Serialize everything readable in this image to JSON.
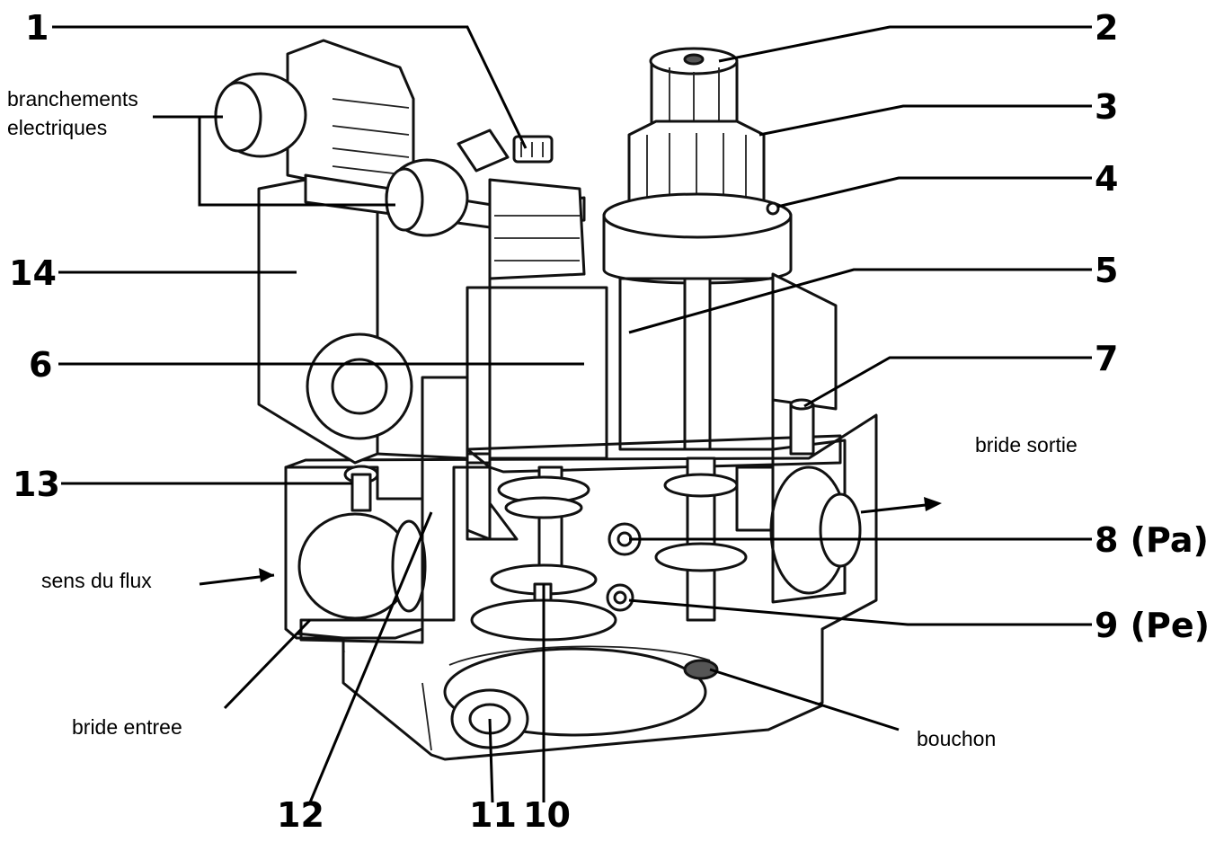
{
  "callouts": {
    "n1": "1",
    "n2": "2",
    "n3": "3",
    "n4": "4",
    "n5": "5",
    "n6": "6",
    "n7": "7",
    "n8": "8 (Pa)",
    "n9": "9 (Pe)",
    "n10": "10",
    "n11": "11",
    "n12": "12",
    "n13": "13",
    "n14": "14"
  },
  "labels": {
    "branchements_line1": "branchements",
    "branchements_line2": "electriques",
    "sens_du_flux": "sens du flux",
    "bride_sortie": "bride sortie",
    "bride_entree": "bride entree",
    "bouchon": "bouchon"
  }
}
